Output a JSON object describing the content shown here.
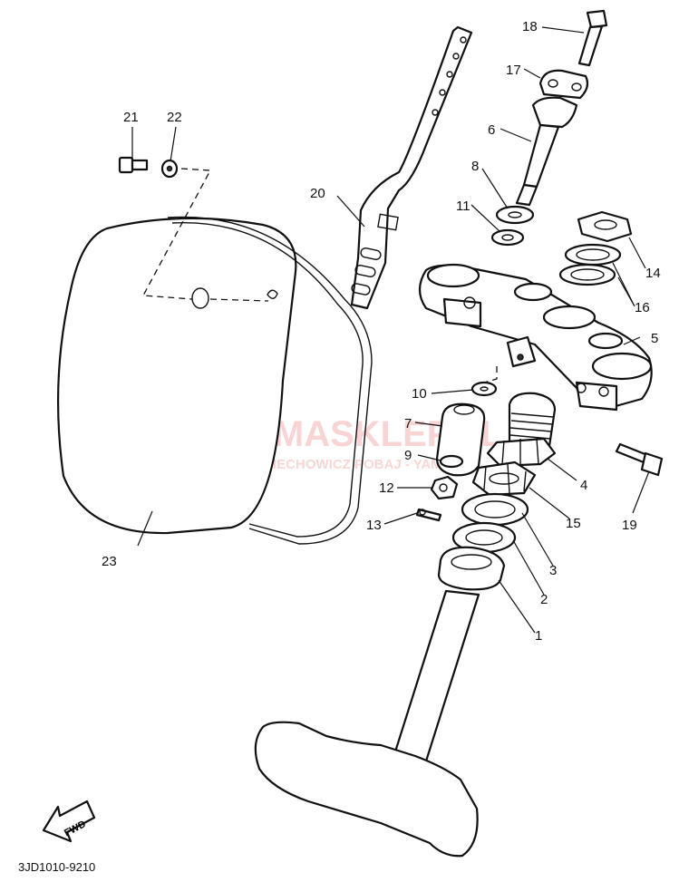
{
  "diagram": {
    "drawing_code": "3JD1010-9210",
    "fwd_label": "FWD",
    "watermark": {
      "brand": "YAMASKLEP.PL",
      "subtitle": "WOJCIECHOWICZ POBAJ - YAMAHA",
      "color": "#e04040"
    },
    "callouts": [
      "1",
      "2",
      "3",
      "4",
      "5",
      "6",
      "7",
      "8",
      "9",
      "10",
      "11",
      "12",
      "13",
      "14",
      "15",
      "16",
      "17",
      "18",
      "19",
      "20",
      "21",
      "22",
      "23"
    ]
  }
}
